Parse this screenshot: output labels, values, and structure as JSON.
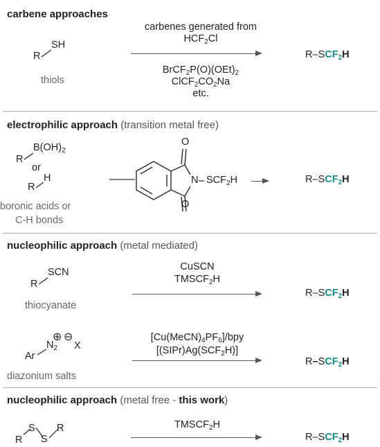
{
  "sections": [
    {
      "heading": "carbene approaches",
      "substrate": {
        "r": "R",
        "group": "SH",
        "label": "thiols"
      },
      "reagents_above": {
        "line1": "carbenes generated from",
        "l2a": "HCF",
        "l2b": "2",
        "l2c": "Cl"
      },
      "reagents_below": {
        "line1": {
          "a": "BrCF",
          "b": "2",
          "c": "P(O)(OEt)",
          "d": "2"
        },
        "line2": {
          "a": "ClCF",
          "b": "2",
          "c": "CO",
          "d": "2",
          "e": "Na"
        },
        "line3": "etc."
      }
    },
    {
      "heading": "electrophilic approach",
      "sub": "(transition metal free)",
      "substrate": {
        "r1": "R",
        "g1a": "B(OH)",
        "g1b": "2",
        "or": "or",
        "r2": "R",
        "g2": "H",
        "label1": "boronic acids or",
        "label2": "C-H bonds"
      },
      "reagent": {
        "o_top": "O",
        "o_bottom": "O",
        "n": "N",
        "sa": "SCF",
        "sb": "2",
        "sc": "H"
      }
    },
    {
      "heading": "nucleophilic approach",
      "sub": "(metal mediated)",
      "substrate1": {
        "r": "R",
        "group": "SCN",
        "label": "thiocyanate"
      },
      "reagents1": {
        "line1": "CuSCN",
        "l2a": "TMSCF",
        "l2b": "2",
        "l2c": "H"
      },
      "substrate2": {
        "ar": "Ar",
        "n": "N",
        "nsub": "2",
        "plus": "⊕",
        "minus": "⊖",
        "x": "X",
        "label": "diazonium salts"
      },
      "reagents2": {
        "line1": {
          "a": "[Cu(MeCN)",
          "b": "4",
          "c": "PF",
          "d": "6",
          "e": "]/bpy"
        },
        "line2": {
          "a": "[(SIPr)Ag(SCF",
          "b": "2",
          "c": "H)]"
        }
      }
    },
    {
      "heading": "nucleophilic approach",
      "sub_a": "(metal free - ",
      "sub_b": "this work",
      "sub_c": ")",
      "substrate": {
        "r1": "R",
        "s1": "S",
        "s2": "S",
        "r2": "R"
      },
      "reagents": {
        "a": "TMSCF",
        "b": "2",
        "c": "H"
      }
    }
  ],
  "product": {
    "prefix": "R",
    "dash": "–",
    "s": "S",
    "cf": "CF",
    "sub": "2",
    "h": "H"
  },
  "colors": {
    "accent": "#1a8a8a",
    "text": "#222222",
    "muted": "#666666",
    "divider": "#a8a8a8"
  }
}
